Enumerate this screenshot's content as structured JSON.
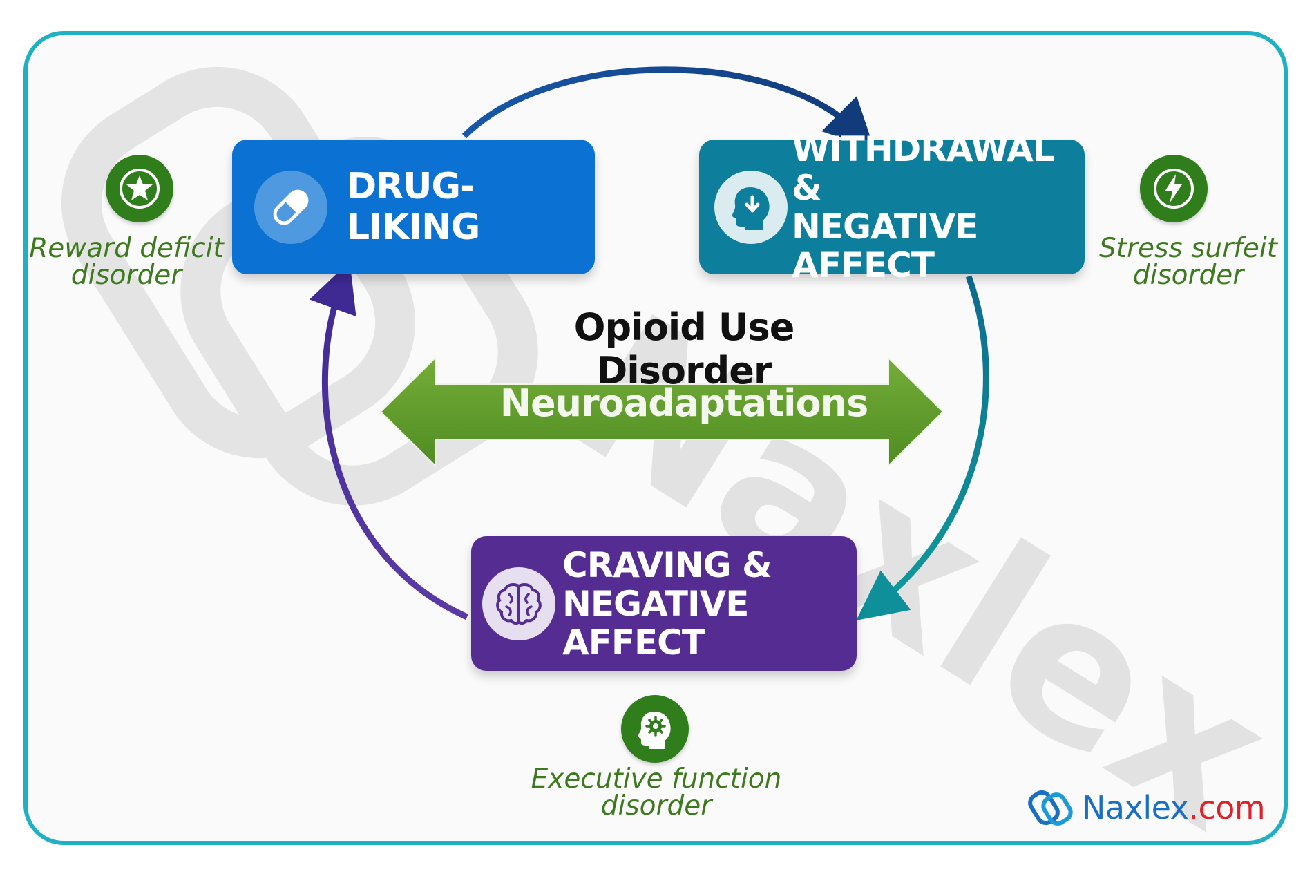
{
  "diagram": {
    "title": "Opioid Use Disorder",
    "center_arrow_label": "Neuroadaptations",
    "stages": [
      {
        "id": "drug",
        "label_line1": "DRUG-LIKING",
        "label_line2": "",
        "icon": "pill-icon",
        "color": "#0b72d3"
      },
      {
        "id": "withdrawal",
        "label_line1": "WITHDRAWAL &",
        "label_line2": "NEGATIVE AFFECT",
        "icon": "head-down-arrow-icon",
        "color": "#0d7e9b"
      },
      {
        "id": "craving",
        "label_line1": "CRAVING &",
        "label_line2": "NEGATIVE AFFECT",
        "icon": "brain-icon",
        "color": "#552c92"
      }
    ],
    "disorders": [
      {
        "id": "reward",
        "line1": "Reward deficit",
        "line2": "disorder",
        "icon": "star-icon"
      },
      {
        "id": "stress",
        "line1": "Stress surfeit",
        "line2": "disorder",
        "icon": "lightning-icon"
      },
      {
        "id": "executive",
        "line1": "Executive function",
        "line2": "disorder",
        "icon": "head-gear-icon"
      }
    ],
    "colors": {
      "frame": "#1fb1c3",
      "neuro_arrow": "#5e9a2a",
      "disorder_text": "#3d7a1f",
      "badge": "#2f7d1b"
    }
  },
  "watermark": {
    "text": "Naxlex"
  },
  "brand": {
    "name": "Naxlex",
    "dot": ".",
    "tld": "com"
  }
}
